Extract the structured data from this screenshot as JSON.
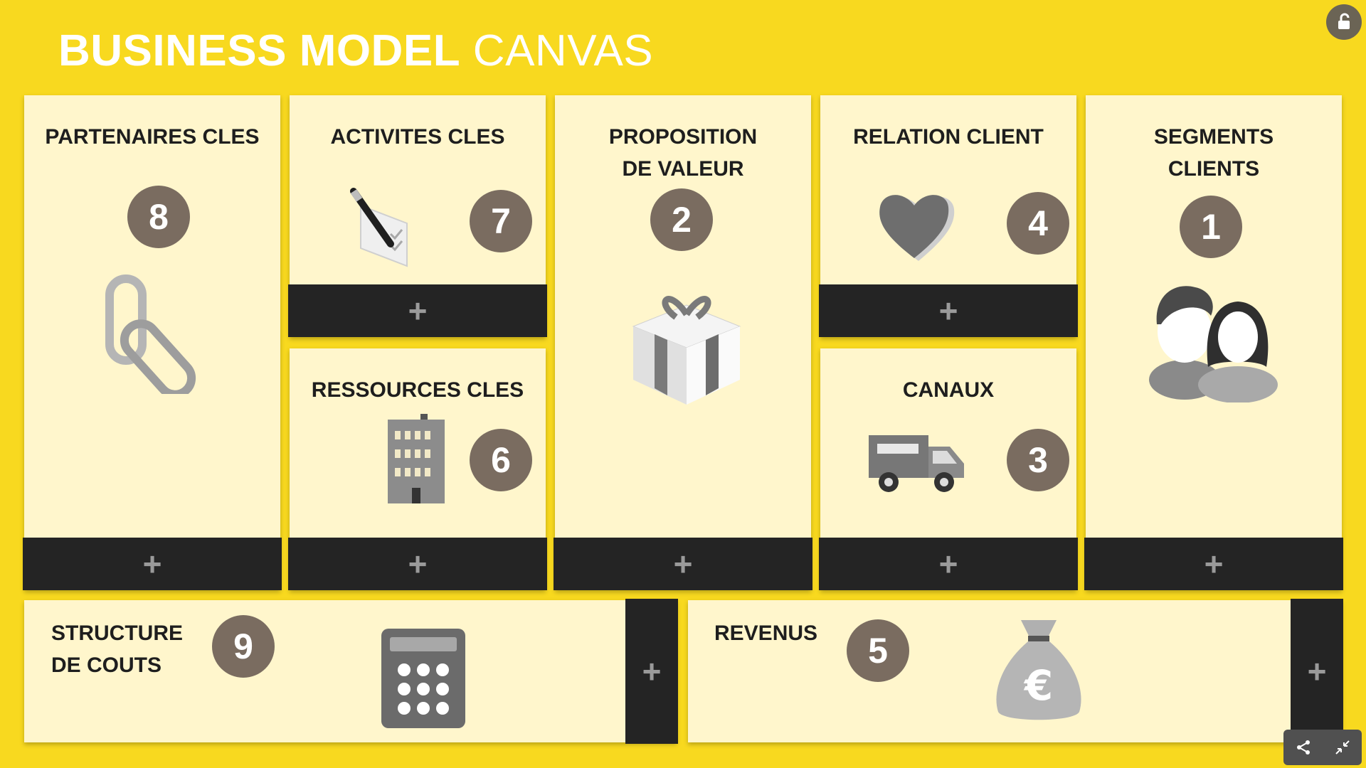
{
  "header": {
    "title_bold": "BUSINESS MODEL",
    "title_light": "CANVAS"
  },
  "cards": {
    "partenaires": {
      "title": "PARTENAIRES CLES",
      "number": "8",
      "icon": "chain-link-icon"
    },
    "activites": {
      "title": "ACTIVITES CLES",
      "number": "7",
      "icon": "checklist-pen-icon"
    },
    "ressources": {
      "title": "RESSOURCES CLES",
      "number": "6",
      "icon": "building-icon"
    },
    "proposition": {
      "title": "PROPOSITION\nDE VALEUR",
      "number": "2",
      "icon": "gift-icon"
    },
    "relation": {
      "title": "RELATION CLIENT",
      "number": "4",
      "icon": "heart-icon"
    },
    "canaux": {
      "title": "CANAUX",
      "number": "3",
      "icon": "truck-icon"
    },
    "segments": {
      "title": "SEGMENTS\nCLIENTS",
      "number": "1",
      "icon": "people-icon"
    },
    "couts": {
      "title": "STRUCTURE\nDE COUTS",
      "number": "9",
      "icon": "calculator-icon"
    },
    "revenus": {
      "title": "REVENUS",
      "number": "5",
      "icon": "money-bag-icon"
    }
  },
  "add_label": "+",
  "colors": {
    "background": "#f8d91f",
    "card": "#fff6cc",
    "bar": "#242424",
    "badge": "#7a6c60"
  },
  "tools": {
    "lock_icon": "unlock-icon",
    "share_icon": "share-icon",
    "collapse_icon": "collapse-icon"
  }
}
